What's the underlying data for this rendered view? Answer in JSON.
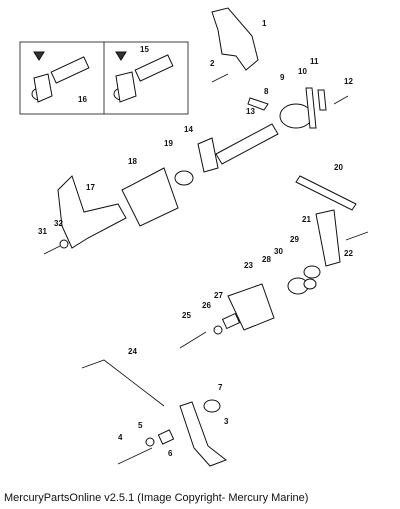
{
  "caption": "MercuryPartsOnline v2.5.1 (Image Copyright- Mercury Marine)",
  "callouts": [
    "1",
    "2",
    "3",
    "4",
    "5",
    "6",
    "7",
    "8",
    "9",
    "10",
    "11",
    "12",
    "13",
    "14",
    "15",
    "16",
    "17",
    "18",
    "19",
    "20",
    "21",
    "22",
    "23",
    "24",
    "25",
    "26",
    "27",
    "28",
    "29",
    "30",
    "31",
    "32"
  ]
}
